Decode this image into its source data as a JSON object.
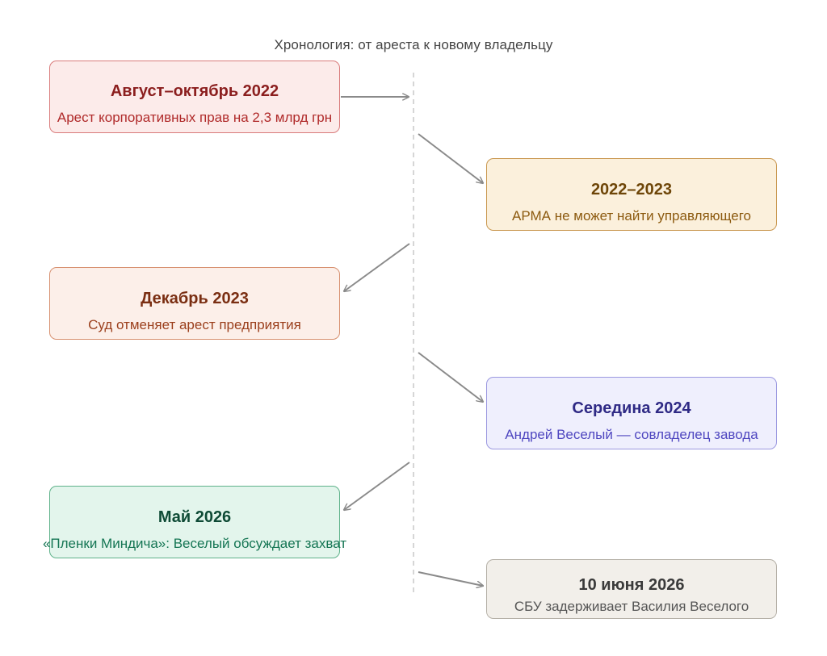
{
  "title": "Хронология: от ареста к новому владельцу",
  "events": [
    {
      "date": "Август–октябрь 2022",
      "description": "Арест корпоративных прав на 2,3 млрд грн",
      "tone": "#d97b7b"
    },
    {
      "date": "2022–2023",
      "description": "АРМА не может найти управляющего",
      "tone": "#c9974f"
    },
    {
      "date": "Декабрь 2023",
      "description": "Суд отменяет арест предприятия",
      "tone": "#d7906f"
    },
    {
      "date": "Середина 2024",
      "description": "Андрей Веселый — совладелец завода",
      "tone": "#9b98e0"
    },
    {
      "date": "Май 2026",
      "description": "«Пленки Миндича»: Веселый обсуждает захват",
      "tone": "#5fb28a"
    },
    {
      "date": "10 июня 2026",
      "description": "СБУ задерживает Василия Веселого",
      "tone": "#b4afa6"
    }
  ],
  "colors": {
    "axis": "#c8c8c8",
    "arrow": "#8a8a8a"
  }
}
